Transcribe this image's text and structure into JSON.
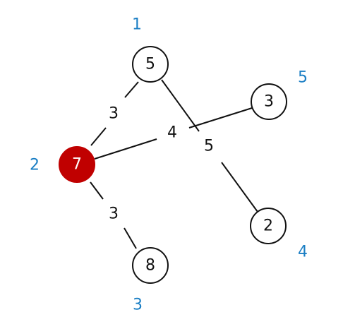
{
  "colors": {
    "highlight": "#c00000",
    "index_label": "#1a7ec4",
    "stroke": "#111111"
  },
  "nodes": [
    {
      "index": "1",
      "value": "5",
      "highlighted": false
    },
    {
      "index": "2",
      "value": "7",
      "highlighted": true
    },
    {
      "index": "3",
      "value": "8",
      "highlighted": false
    },
    {
      "index": "4",
      "value": "2",
      "highlighted": false
    },
    {
      "index": "5",
      "value": "3",
      "highlighted": false
    }
  ],
  "edges": [
    {
      "from": "1",
      "to": "2",
      "weight": "3"
    },
    {
      "from": "2",
      "to": "5",
      "weight": "4"
    },
    {
      "from": "1",
      "to": "4",
      "weight": "5"
    },
    {
      "from": "2",
      "to": "3",
      "weight": "3"
    }
  ]
}
